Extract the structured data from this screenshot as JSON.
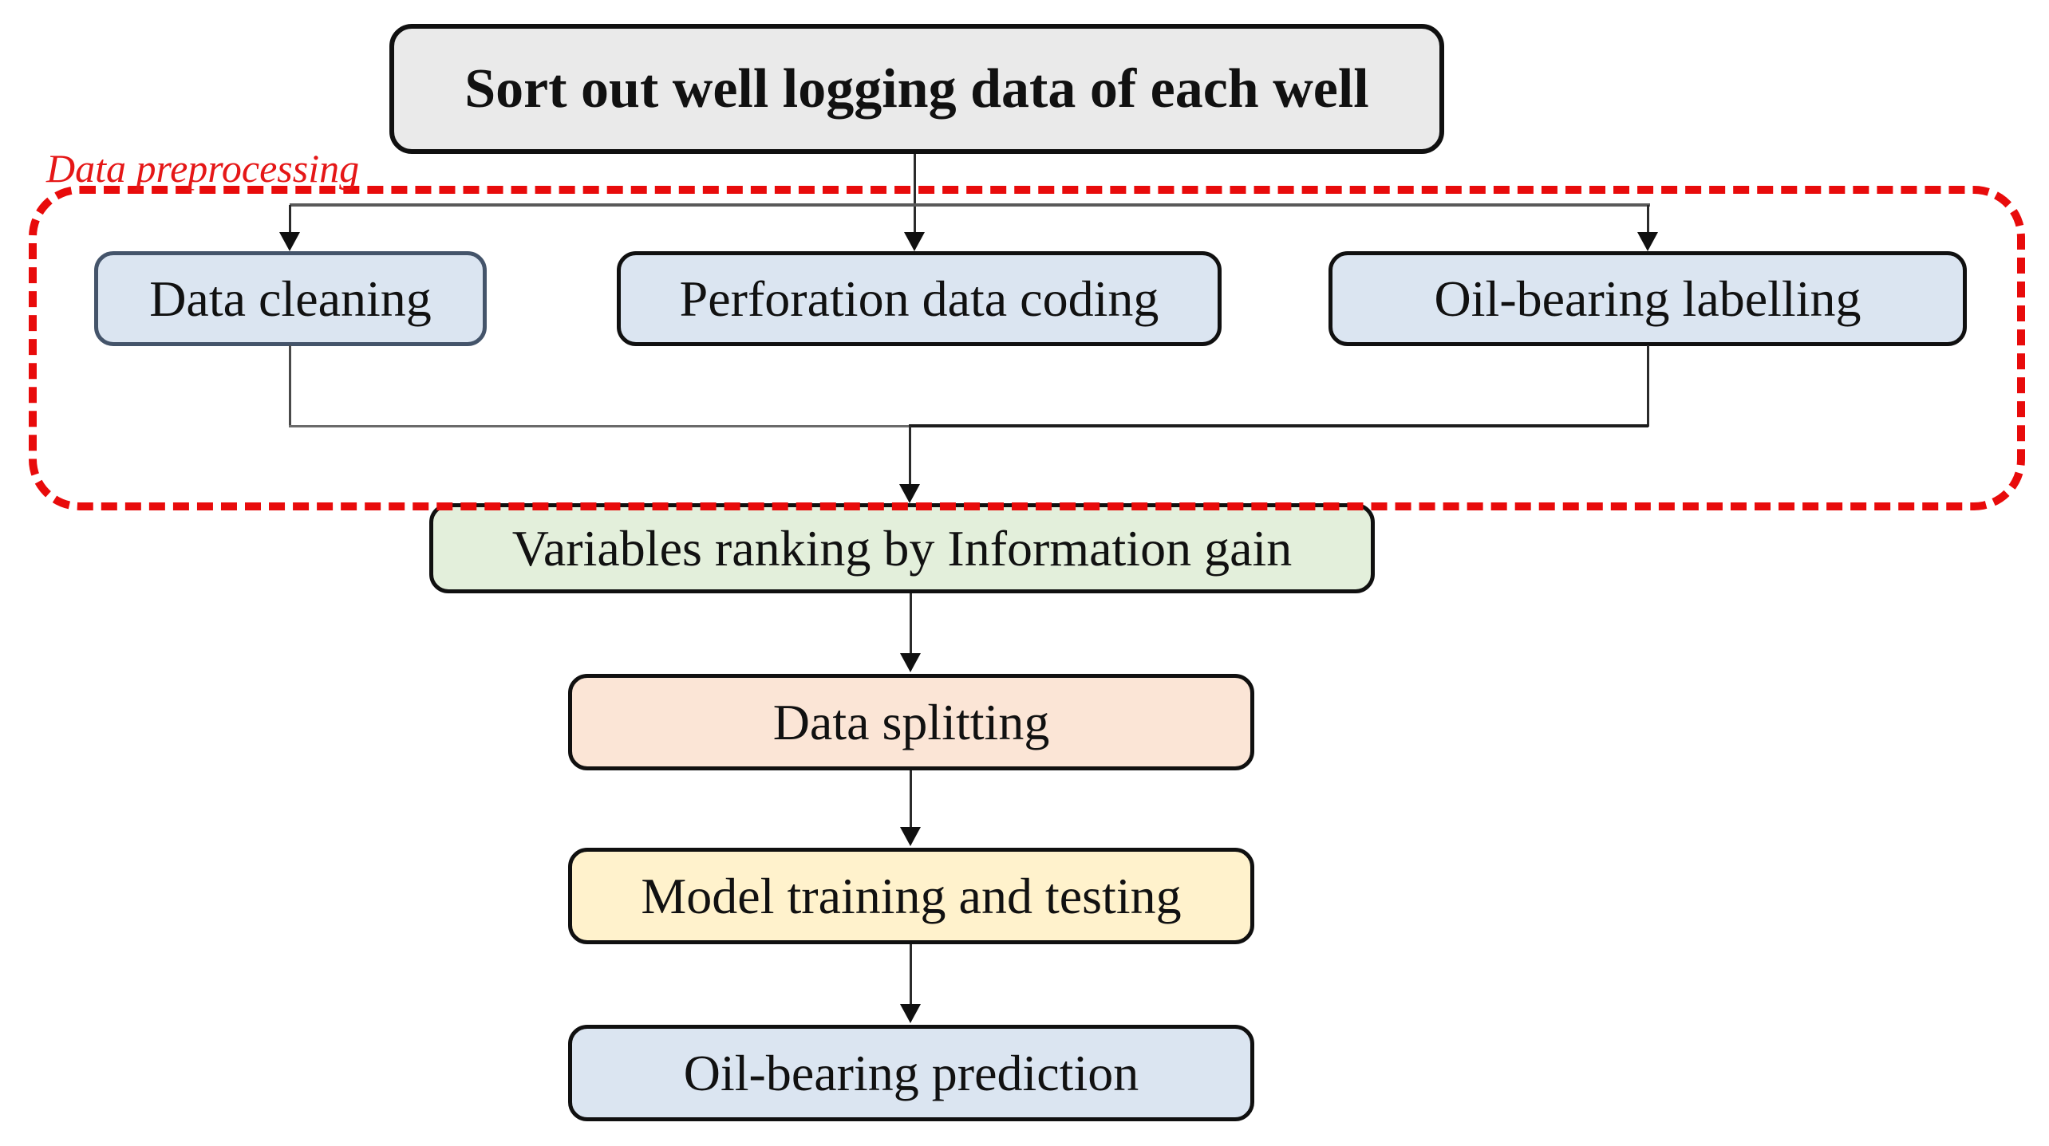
{
  "diagram": {
    "title_box": "Sort out well logging data of each well",
    "preprocessing": {
      "label": "Data preprocessing",
      "boxes": [
        "Data cleaning",
        "Perforation data coding",
        "Oil-bearing labelling"
      ]
    },
    "sequence": {
      "rank": "Variables ranking by Information gain",
      "split": "Data splitting",
      "train": "Model training and testing",
      "predict": "Oil-bearing prediction"
    }
  },
  "colors": {
    "title_fill": "#eaeaea",
    "blue_fill": "#dbe5f1",
    "green_fill": "#e3efdb",
    "peach_fill": "#fbe5d6",
    "yellow_fill": "#fff2cc",
    "box_border": "#101010",
    "clean_box_border": "#44546a",
    "dashed_border_red": "#e80b0b",
    "label_red": "#e51717",
    "connector": "#2b2b2b"
  }
}
